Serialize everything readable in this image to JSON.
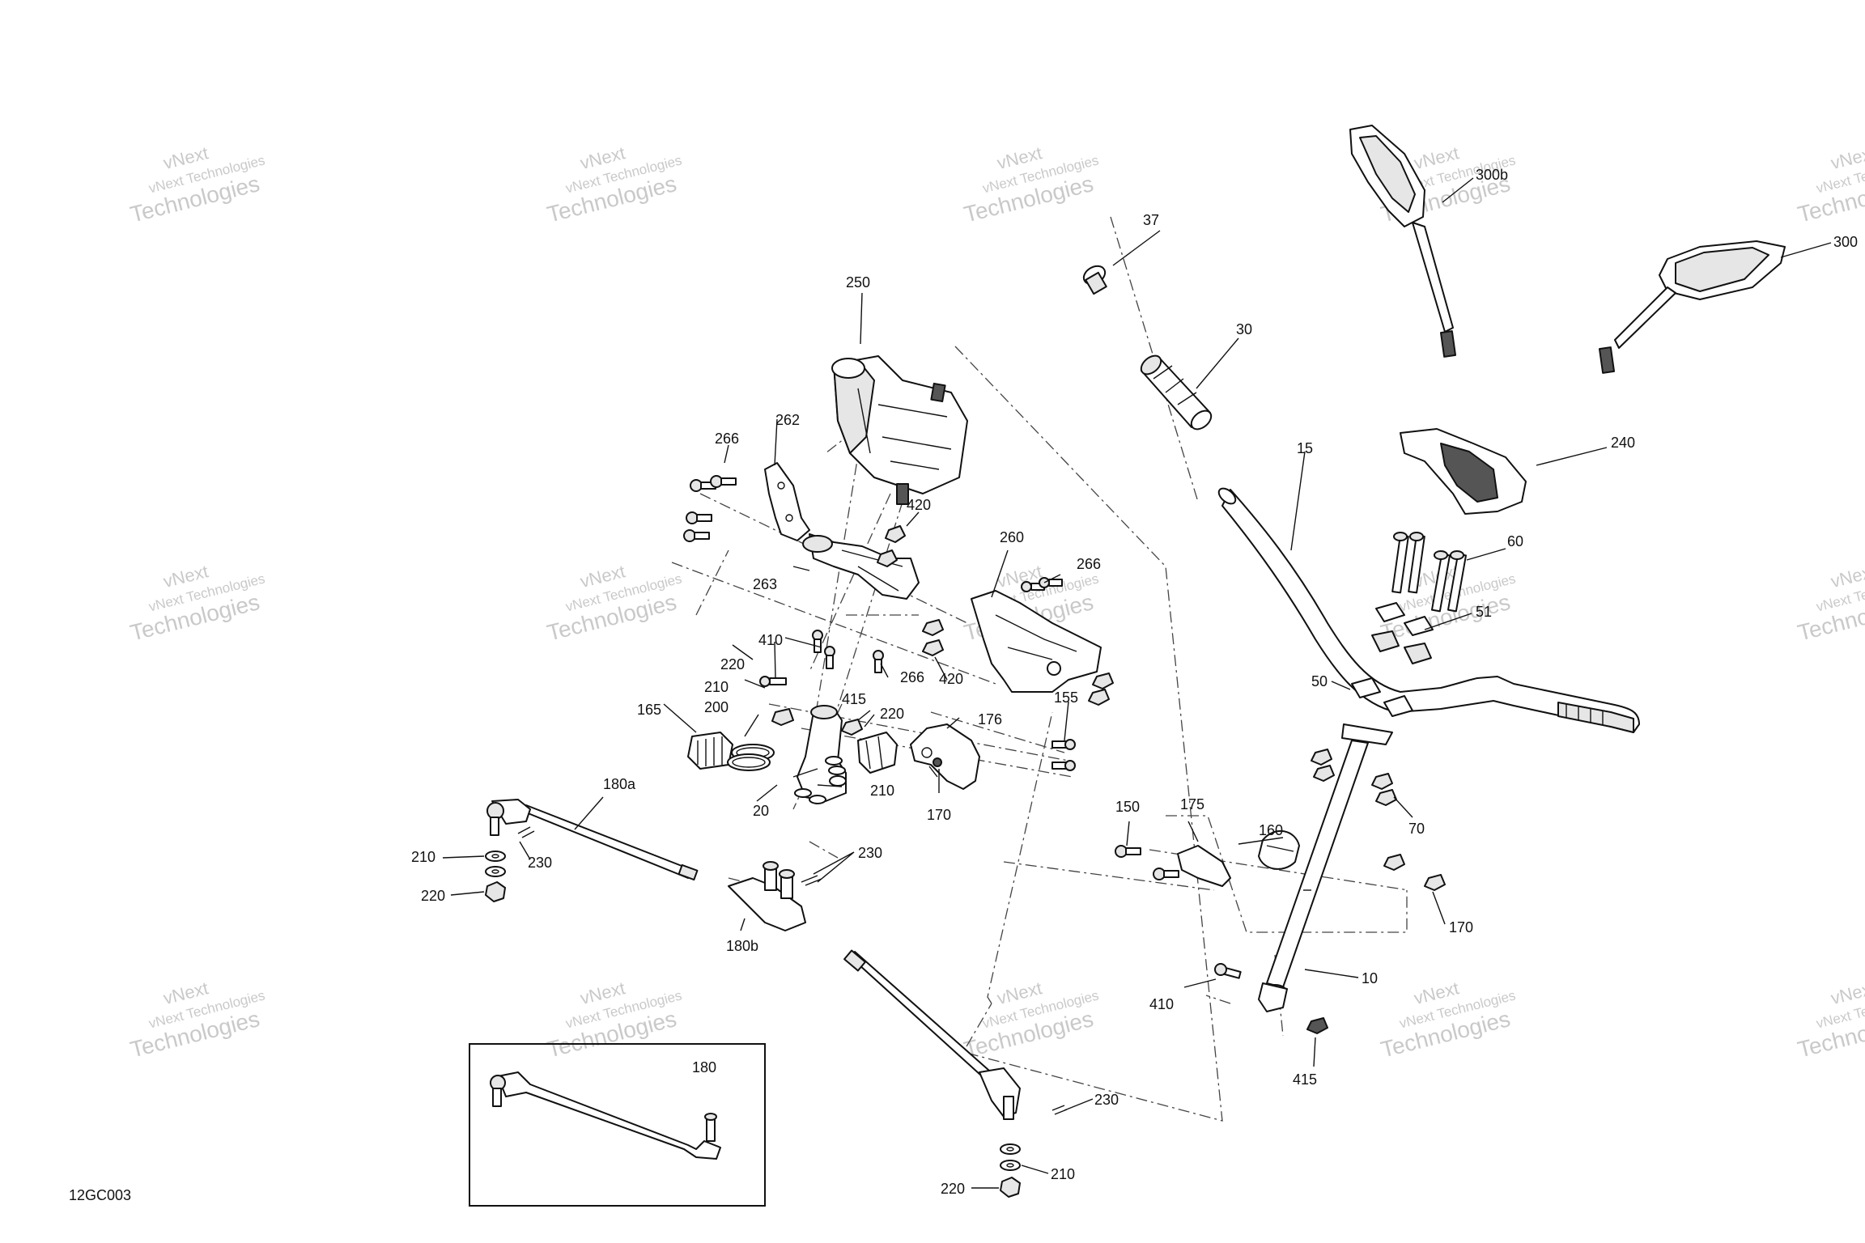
{
  "figure_id": "12GC003",
  "watermark": {
    "line1": "vNext",
    "line2": "vNext Technologies",
    "line3": "Technologies"
  },
  "callouts": {
    "c10": "10",
    "c15": "15",
    "c20": "20",
    "c30": "30",
    "c37": "37",
    "c50": "50",
    "c51": "51",
    "c60": "60",
    "c70": "70",
    "c150": "150",
    "c155": "155",
    "c160": "160",
    "c165": "165",
    "c170_left": "170",
    "c170_right": "170",
    "c175": "175",
    "c176": "176",
    "c180": "180",
    "c180a": "180a",
    "c180b": "180b",
    "c200": "200",
    "c210_a": "210",
    "c210_b": "210",
    "c210_c": "210",
    "c210_d": "210",
    "c220_a": "220",
    "c220_b": "220",
    "c220_c": "220",
    "c220_d": "220",
    "c230_a": "230",
    "c230_b": "230",
    "c230_c": "230",
    "c240": "240",
    "c250": "250",
    "c260": "260",
    "c262": "262",
    "c263": "263",
    "c266_a": "266",
    "c266_b": "266",
    "c266_c": "266",
    "c300": "300",
    "c300b": "300b",
    "c410_a": "410",
    "c410_b": "410",
    "c415_a": "415",
    "c415_b": "415",
    "c420_a": "420",
    "c420_b": "420"
  }
}
